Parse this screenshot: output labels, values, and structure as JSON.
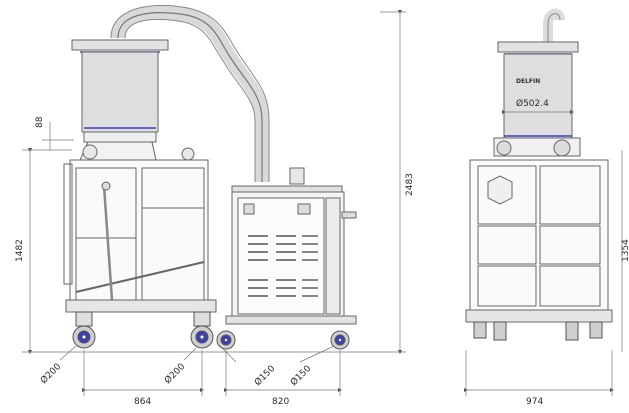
{
  "brand": "DELFIN",
  "dimensions": {
    "height_total": "2483",
    "height_frame": "1482",
    "inlet_small": "88",
    "tank_diameter": "Ø502.4",
    "wheel_front_left": "Ø200",
    "wheel_front_right": "Ø200",
    "wheel_unit_left": "Ø150",
    "wheel_unit_right": "Ø150",
    "width_frame": "864",
    "width_unit": "820",
    "width_side": "974",
    "height_side": "1354"
  },
  "colors": {
    "line": "#5a5a5a",
    "accent_blue": "#3a3fc0",
    "fill_light": "#e9e9e9",
    "fill_mid": "#d6d6d6"
  }
}
